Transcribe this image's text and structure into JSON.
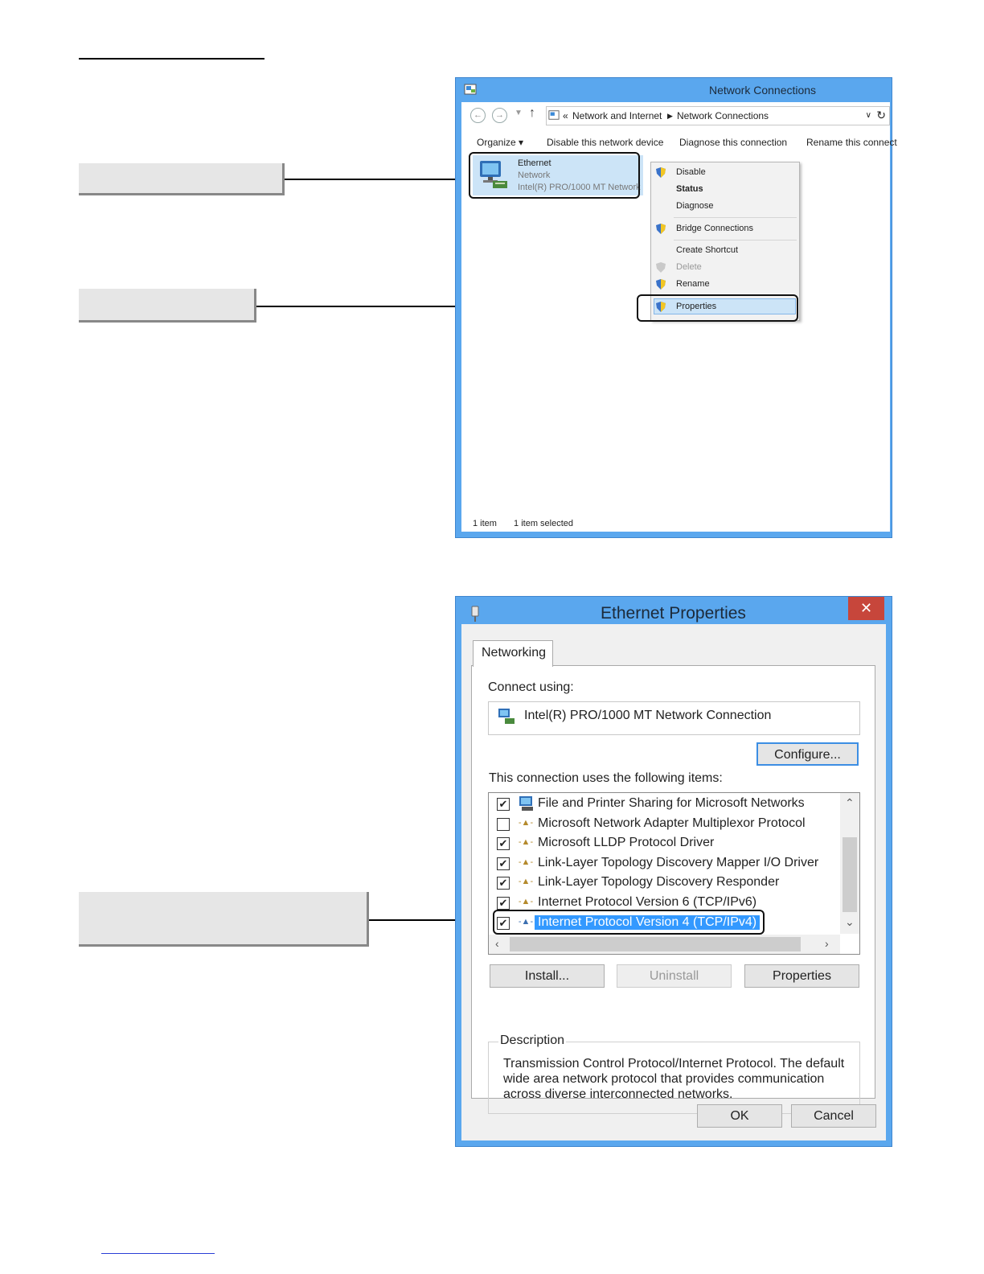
{
  "network_connections": {
    "title": "Network Connections",
    "breadcrumb": {
      "separator": "«",
      "parent": "Network and Internet",
      "current": "Network Connections"
    },
    "toolbar": {
      "organize": "Organize",
      "disable": "Disable this network device",
      "diagnose": "Diagnose this connection",
      "rename": "Rename this connect"
    },
    "adapter": {
      "name": "Ethernet",
      "network": "Network",
      "device": "Intel(R) PRO/1000 MT Network"
    },
    "context_menu": {
      "disable": "Disable",
      "status": "Status",
      "diagnose": "Diagnose",
      "bridge": "Bridge Connections",
      "shortcut": "Create Shortcut",
      "delete": "Delete",
      "rename": "Rename",
      "properties": "Properties"
    },
    "statusbar": {
      "items": "1 item",
      "selected": "1 item selected"
    }
  },
  "ethernet_properties": {
    "title": "Ethernet Properties",
    "close": "✕",
    "tab": "Networking",
    "connect_using_label": "Connect using:",
    "adapter_name": "Intel(R) PRO/1000 MT Network Connection",
    "configure": "Configure...",
    "items_label": "This connection uses the following items:",
    "items": [
      {
        "label": "File and Printer Sharing for Microsoft Networks",
        "checked": true
      },
      {
        "label": "Microsoft Network Adapter Multiplexor Protocol",
        "checked": false
      },
      {
        "label": "Microsoft LLDP Protocol Driver",
        "checked": true
      },
      {
        "label": "Link-Layer Topology Discovery Mapper I/O Driver",
        "checked": true
      },
      {
        "label": "Link-Layer Topology Discovery Responder",
        "checked": true
      },
      {
        "label": "Internet Protocol Version 6 (TCP/IPv6)",
        "checked": true
      },
      {
        "label": "Internet Protocol Version 4 (TCP/IPv4)",
        "checked": true
      }
    ],
    "buttons": {
      "install": "Install...",
      "uninstall": "Uninstall",
      "properties": "Properties",
      "ok": "OK",
      "cancel": "Cancel"
    },
    "description_label": "Description",
    "description": "Transmission Control Protocol/Internet Protocol. The default wide area network protocol that provides communication across diverse interconnected networks."
  },
  "colors": {
    "window_frame": "#5aa7ee",
    "selection": "#3399ff",
    "close_button": "#c7463b",
    "hover": "#cce4f7"
  }
}
